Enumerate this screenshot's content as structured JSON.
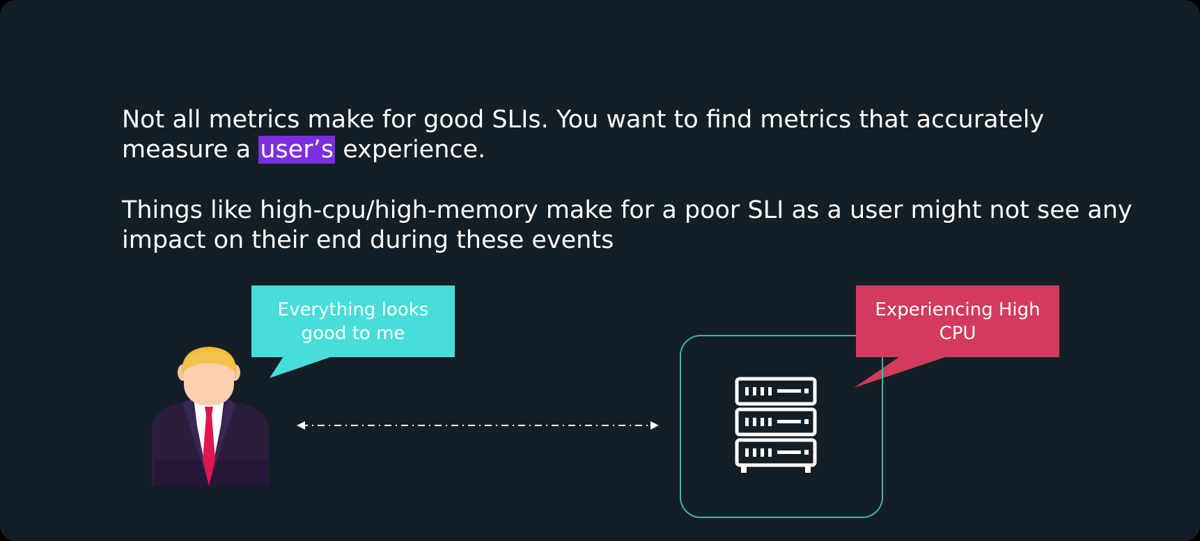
{
  "slide": {
    "paragraph1": {
      "before": "Not all metrics make for good SLIs. You want to find metrics that accurately measure a ",
      "highlight": "user’s",
      "after": " experience."
    },
    "paragraph2": "Things like high-cpu/high-memory make for a poor SLI as a user might not see any impact on their end during these events"
  },
  "diagram": {
    "user_bubble": "Everything looks good to me",
    "server_bubble": "Experiencing High CPU"
  },
  "colors": {
    "background": "#141e26",
    "highlight": "#7b2ee0",
    "user_bubble": "#48ddd9",
    "server_bubble": "#d23b5d",
    "server_box_border": "#3fb7ae"
  },
  "icons": {
    "user": "businessman-icon",
    "server": "server-rack-icon",
    "connection": "bidirectional-dashed-arrow"
  }
}
